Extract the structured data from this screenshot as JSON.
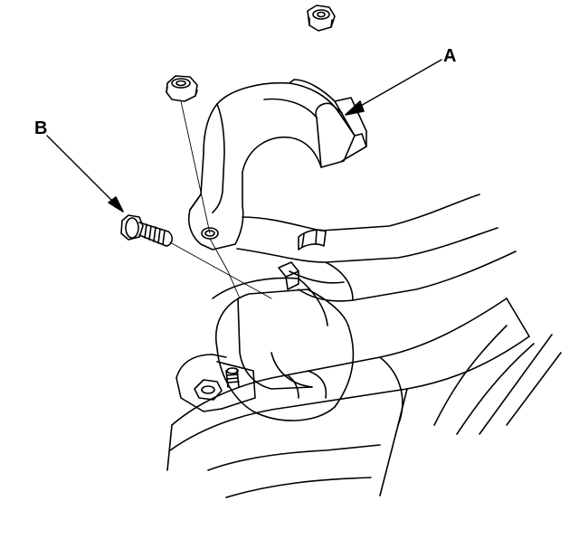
{
  "callouts": {
    "a": "A",
    "b": "B"
  },
  "parts": {
    "a": "bracket-clamp",
    "b": "flange-bolt"
  },
  "colors": {
    "line": "#000000",
    "fill": "#ffffff",
    "shade": "#e6e6e6"
  }
}
